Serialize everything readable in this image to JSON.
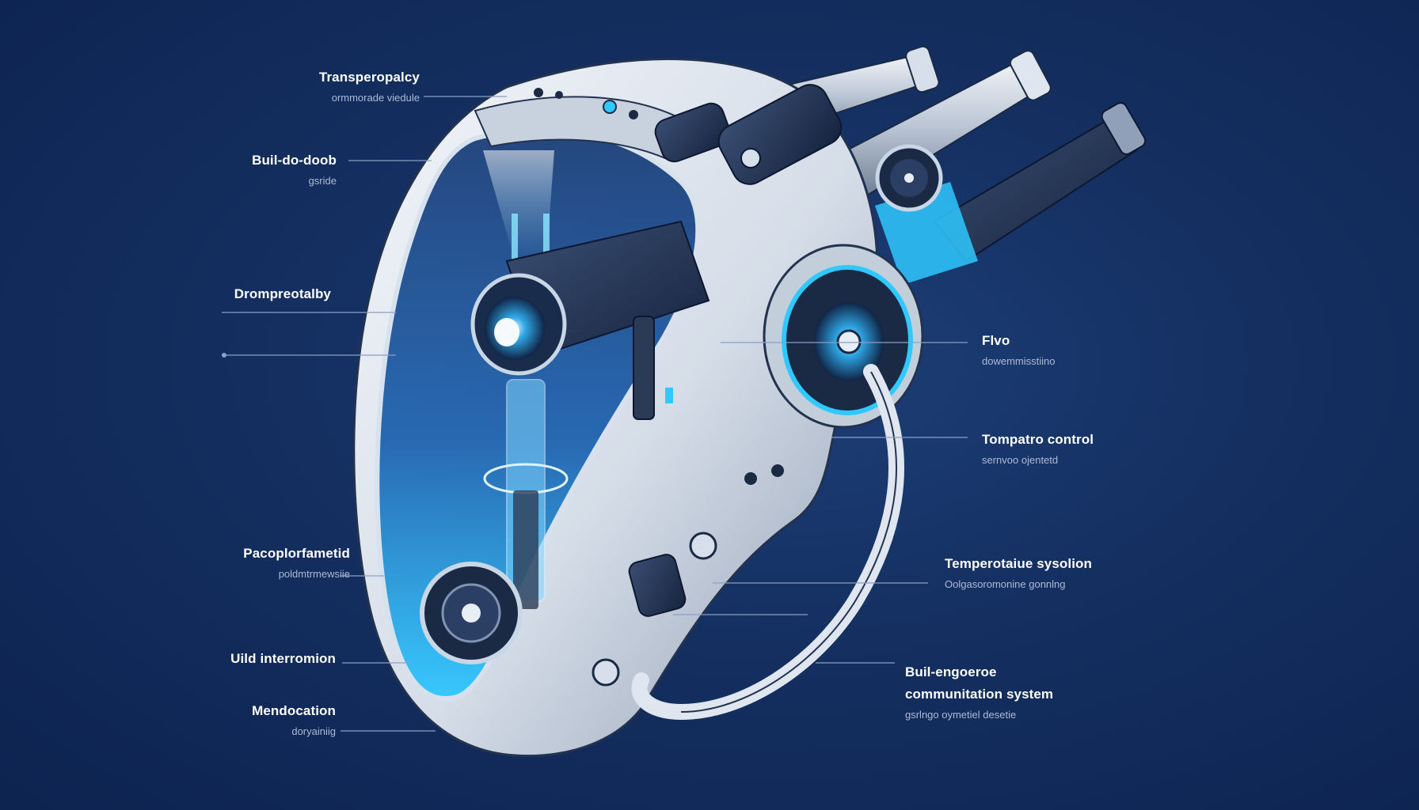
{
  "labels_left": [
    {
      "title": "Transperopalcy",
      "sub": "ormmorade viedule"
    },
    {
      "title": "Buil-do-doob",
      "sub": "gsride"
    },
    {
      "title": "Drompreotalby",
      "sub": ""
    },
    {
      "title": "Pacoplorfametid",
      "sub": "poldmtrmewsiie"
    },
    {
      "title": "Uild interromion",
      "sub": ""
    },
    {
      "title": "Mendocation",
      "sub": "doryainiig"
    }
  ],
  "labels_right": [
    {
      "title": "Flvo",
      "sub": "dowemmisstiino"
    },
    {
      "title": "Tompatro control",
      "sub": "sernvoo ojentetd"
    },
    {
      "title": "Temperotaiue sysolion",
      "sub": "Oolgasoromonine gonnlng"
    },
    {
      "title": "Buil-engoeroe",
      "title2": "communitation system",
      "sub": "gsrlngo oymetiel desetie"
    }
  ],
  "colors": {
    "background": "#142f60",
    "accent_cyan": "#2fc8ff",
    "shell_light": "#e6ebf2",
    "shell_shadow": "#9aa7b8"
  }
}
